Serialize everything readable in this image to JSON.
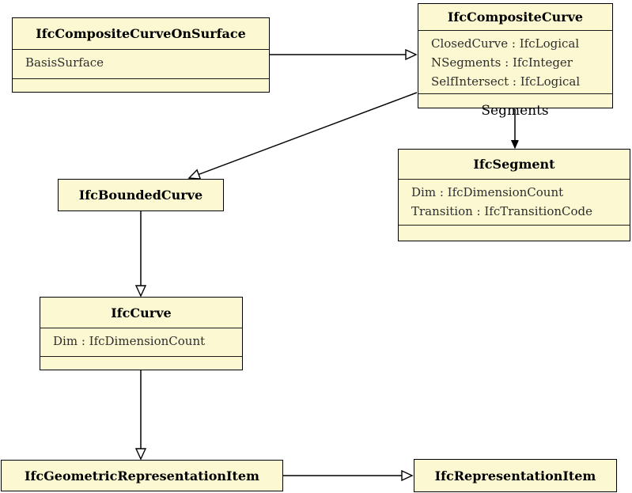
{
  "colors": {
    "background": "#ffffff",
    "box_fill": "#fcf8d1",
    "box_border": "#000000",
    "title_text": "#000000",
    "attr_text": "#2e2e2e"
  },
  "classes": [
    {
      "name": "IfcCompositeCurveOnSurface",
      "attributes": [
        "BasisSurface"
      ]
    },
    {
      "name": "IfcCompositeCurve",
      "attributes": [
        "ClosedCurve : IfcLogical",
        "NSegments : IfcInteger",
        "SelfIntersect : IfcLogical"
      ]
    },
    {
      "name": "IfcSegment",
      "attributes": [
        "Dim : IfcDimensionCount",
        "Transition : IfcTransitionCode"
      ]
    },
    {
      "name": "IfcBoundedCurve",
      "attributes": []
    },
    {
      "name": "IfcCurve",
      "attributes": [
        "Dim : IfcDimensionCount"
      ]
    },
    {
      "name": "IfcGeometricRepresentationItem",
      "attributes": []
    },
    {
      "name": "IfcRepresentationItem",
      "attributes": []
    }
  ],
  "relationships": {
    "segments_label": "Segments"
  }
}
